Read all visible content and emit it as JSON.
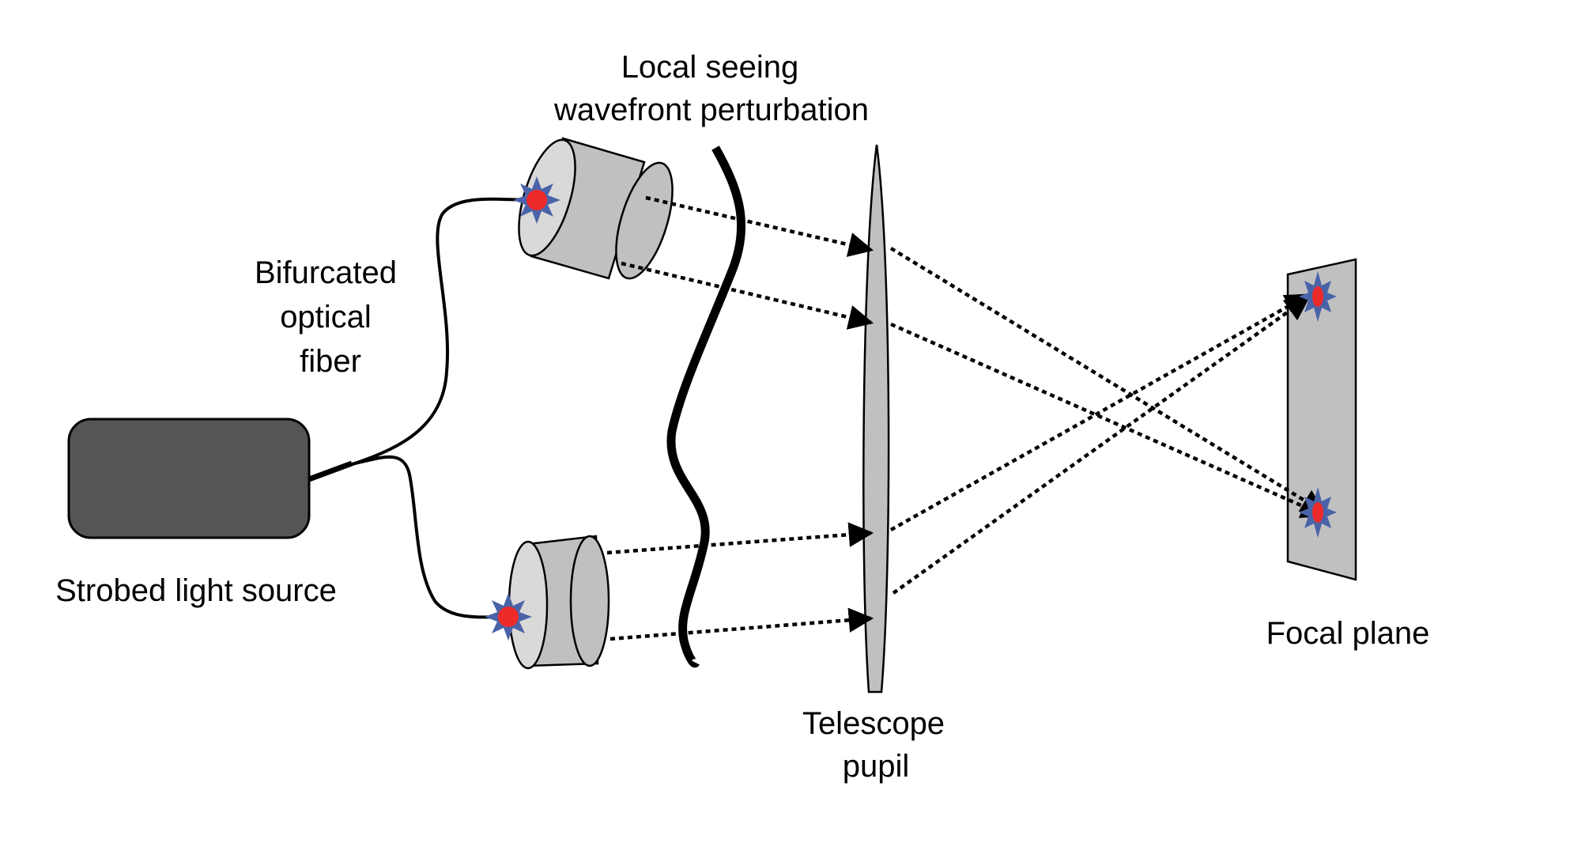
{
  "labels": {
    "local_seeing_line1": "Local seeing",
    "local_seeing_line2": "wavefront perturbation",
    "fiber_line1": "Bifurcated",
    "fiber_line2": "optical",
    "fiber_line3": "fiber",
    "light_source": "Strobed light source",
    "pupil_line1": "Telescope",
    "pupil_line2": "pupil",
    "focal_plane": "Focal plane"
  },
  "colors": {
    "light_source_box": "#555555",
    "cylinder_fill": "#c0c0c0",
    "cylinder_face": "#d9d9d9",
    "lens_fill": "#c0c0c0",
    "focal_plane_fill": "#c0c0c0",
    "star_blue": "#4a63a8",
    "star_red": "#ee2b2b",
    "stroke": "#000000"
  },
  "icons": {
    "source_star": "eight-point-star-icon",
    "spot_star": "eight-point-star-icon",
    "arrowhead": "arrow-head-icon"
  }
}
